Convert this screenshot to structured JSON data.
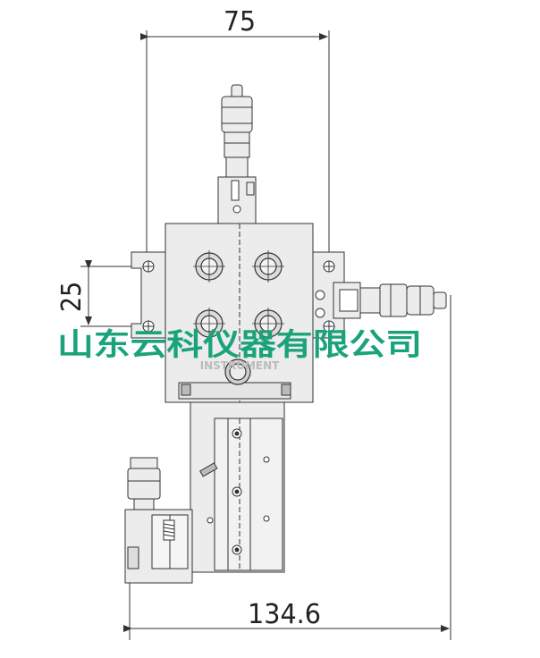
{
  "dimensions": {
    "top_width": "75",
    "left_height": "25",
    "bottom_width": "134.6"
  },
  "watermark": {
    "company": "山东云科仪器有限公司",
    "engraved": "INSTRUMENT",
    "color": "#1aa37a"
  },
  "colors": {
    "line": "#333333",
    "fill": "#ececec",
    "dark": "#555555"
  }
}
